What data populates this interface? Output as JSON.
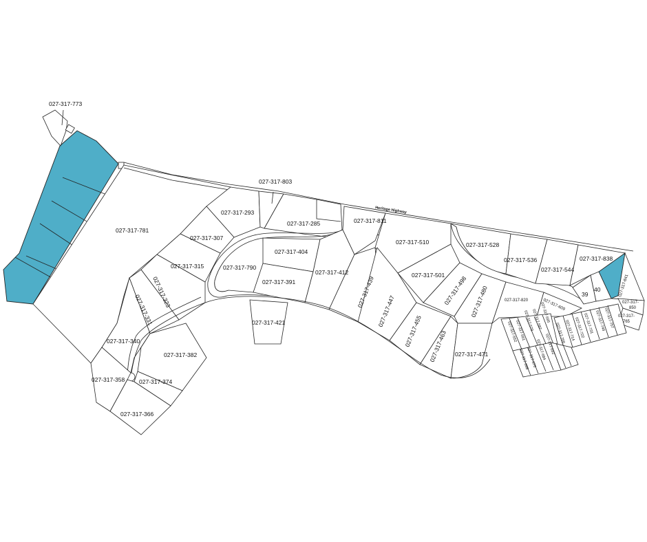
{
  "map": {
    "highlight_color": "#4faec8",
    "road_name": "Heritage Highway",
    "lots": [
      {
        "id": "773",
        "label": "027-317-773"
      },
      {
        "id": "781",
        "label": "027-317-781"
      },
      {
        "id": "803",
        "label": "027-317-803"
      },
      {
        "id": "293",
        "label": "027-317-293"
      },
      {
        "id": "285",
        "label": "027-317-285"
      },
      {
        "id": "811",
        "label": "027-317-811"
      },
      {
        "id": "307",
        "label": "027-317-307"
      },
      {
        "id": "315",
        "label": "027-317-315"
      },
      {
        "id": "323",
        "label": "027-317-323"
      },
      {
        "id": "331",
        "label": "027-317-331"
      },
      {
        "id": "340",
        "label": "027-317-340"
      },
      {
        "id": "358",
        "label": "027-317-358"
      },
      {
        "id": "366",
        "label": "027-317-366"
      },
      {
        "id": "374",
        "label": "027-317-374"
      },
      {
        "id": "382",
        "label": "027-317-382"
      },
      {
        "id": "790",
        "label": "027-317-790"
      },
      {
        "id": "404",
        "label": "027-317-404"
      },
      {
        "id": "391",
        "label": "027-317-391"
      },
      {
        "id": "412",
        "label": "027-317-412"
      },
      {
        "id": "421",
        "label": "027-317-421"
      },
      {
        "id": "439",
        "label": "027-317-439"
      },
      {
        "id": "447",
        "label": "027-317-447"
      },
      {
        "id": "455",
        "label": "027-317-455"
      },
      {
        "id": "463",
        "label": "027-317-463"
      },
      {
        "id": "471",
        "label": "027-317-471"
      },
      {
        "id": "480",
        "label": "027-317-480"
      },
      {
        "id": "498",
        "label": "027-317-498"
      },
      {
        "id": "501",
        "label": "027-317-501"
      },
      {
        "id": "510",
        "label": "027-317-510"
      },
      {
        "id": "528",
        "label": "027-317-528"
      },
      {
        "id": "536",
        "label": "027-317-536"
      },
      {
        "id": "544",
        "label": "027-317-544"
      },
      {
        "id": "838",
        "label": "027-317-838"
      },
      {
        "id": "841",
        "label": "027-317-841"
      },
      {
        "id": "39",
        "label": "39"
      },
      {
        "id": "40",
        "label": "40"
      },
      {
        "id": "850",
        "label_top": "027-317-",
        "label_bottom": "850"
      },
      {
        "id": "765",
        "label_top": "027-317-",
        "label_bottom": "765"
      },
      {
        "id": "820",
        "label": "027-317-820"
      },
      {
        "id": "609",
        "label": "027-317-609"
      },
      {
        "id": "552",
        "label": "027-317-552"
      },
      {
        "id": "561",
        "label": "027-317-561"
      },
      {
        "id": "579",
        "label": "027-317-579"
      },
      {
        "id": "587",
        "label": "027-317-587"
      },
      {
        "id": "595",
        "label": "027-317-595"
      },
      {
        "id": "668",
        "label": "027-317-668"
      },
      {
        "id": "676",
        "label": "027-317-676"
      },
      {
        "id": "684",
        "label": "027-317-684"
      },
      {
        "id": "692",
        "label": "027-317-692"
      },
      {
        "id": "706",
        "label": "027-317-706"
      },
      {
        "id": "714",
        "label": "027-317-714"
      },
      {
        "id": "722",
        "label": "027-317-722"
      },
      {
        "id": "731",
        "label": "027-317-731"
      },
      {
        "id": "749",
        "label": "027-317-749"
      },
      {
        "id": "757",
        "label": "027-317-757"
      }
    ]
  }
}
